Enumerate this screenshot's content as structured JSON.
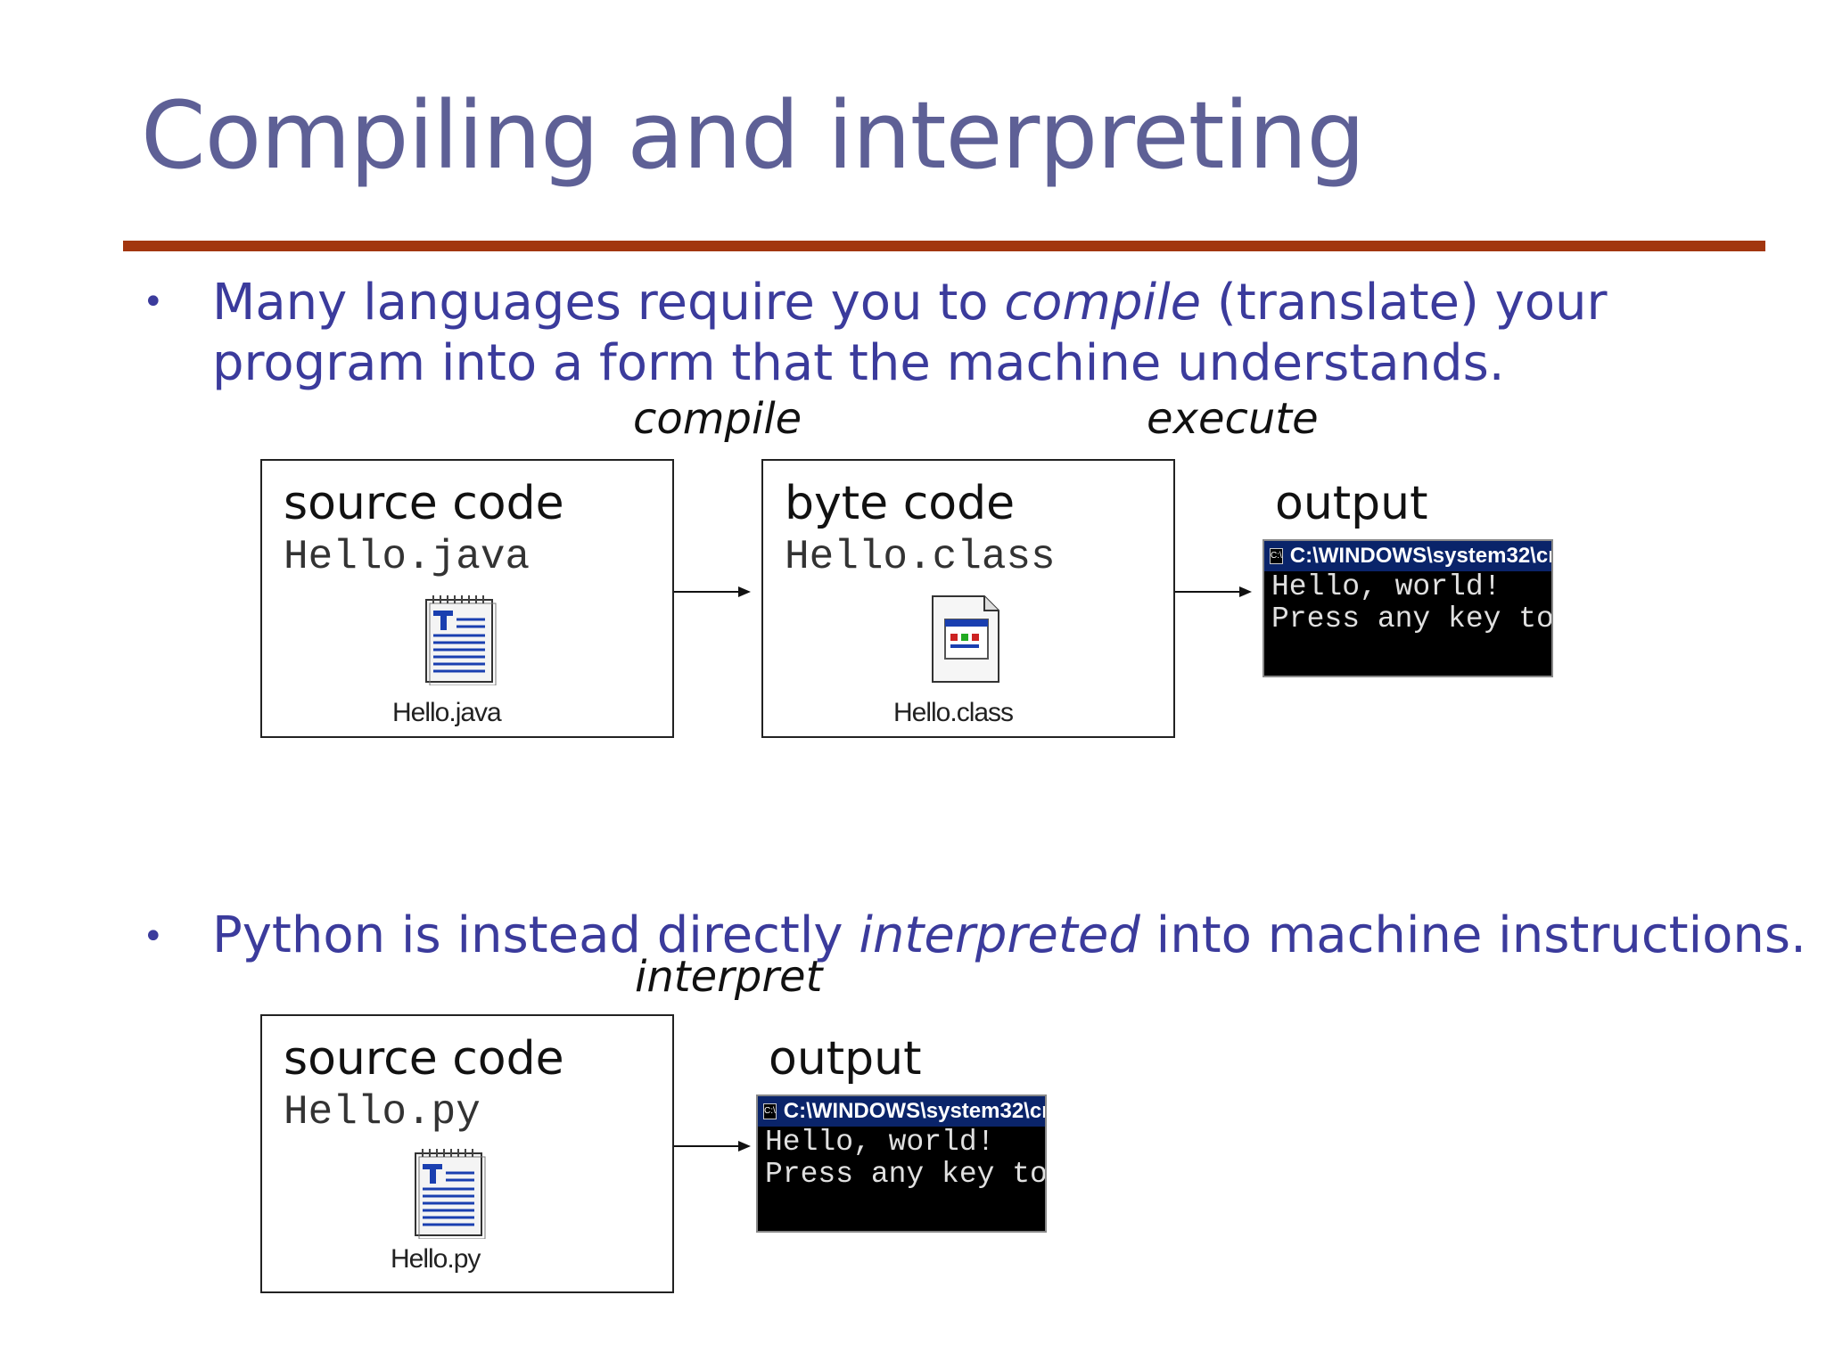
{
  "slide": {
    "title": "Compiling and interpreting",
    "bullets": [
      {
        "pre": "Many languages require you to ",
        "em": "compile",
        "post": " (translate) your",
        "line2": "program into a form that the machine understands."
      },
      {
        "pre": "Python is instead directly ",
        "em": "interpreted",
        "post": " into machine instructions."
      }
    ]
  },
  "diagram1": {
    "step1": "compile",
    "step2": "execute",
    "source": {
      "title": "source code",
      "file": "Hello.java",
      "icon_caption": "Hello.java",
      "icon": "text-document-icon"
    },
    "bytecode": {
      "title": "byte code",
      "file": "Hello.class",
      "icon_caption": "Hello.class",
      "icon": "class-file-icon"
    },
    "output": {
      "label": "output",
      "window_title": "C:\\WINDOWS\\system32\\cr",
      "lines": [
        "Hello, world!",
        "Press any key to"
      ]
    }
  },
  "diagram2": {
    "step": "interpret",
    "source": {
      "title": "source code",
      "file": "Hello.py",
      "icon_caption": "Hello.py",
      "icon": "text-document-icon"
    },
    "output": {
      "label": "output",
      "window_title": "C:\\WINDOWS\\system32\\cr",
      "lines": [
        "Hello, world!",
        "Press any key to"
      ]
    }
  },
  "colors": {
    "title": "#5e6096",
    "rule": "#a2360f",
    "bullet_text": "#3b3b9c"
  }
}
